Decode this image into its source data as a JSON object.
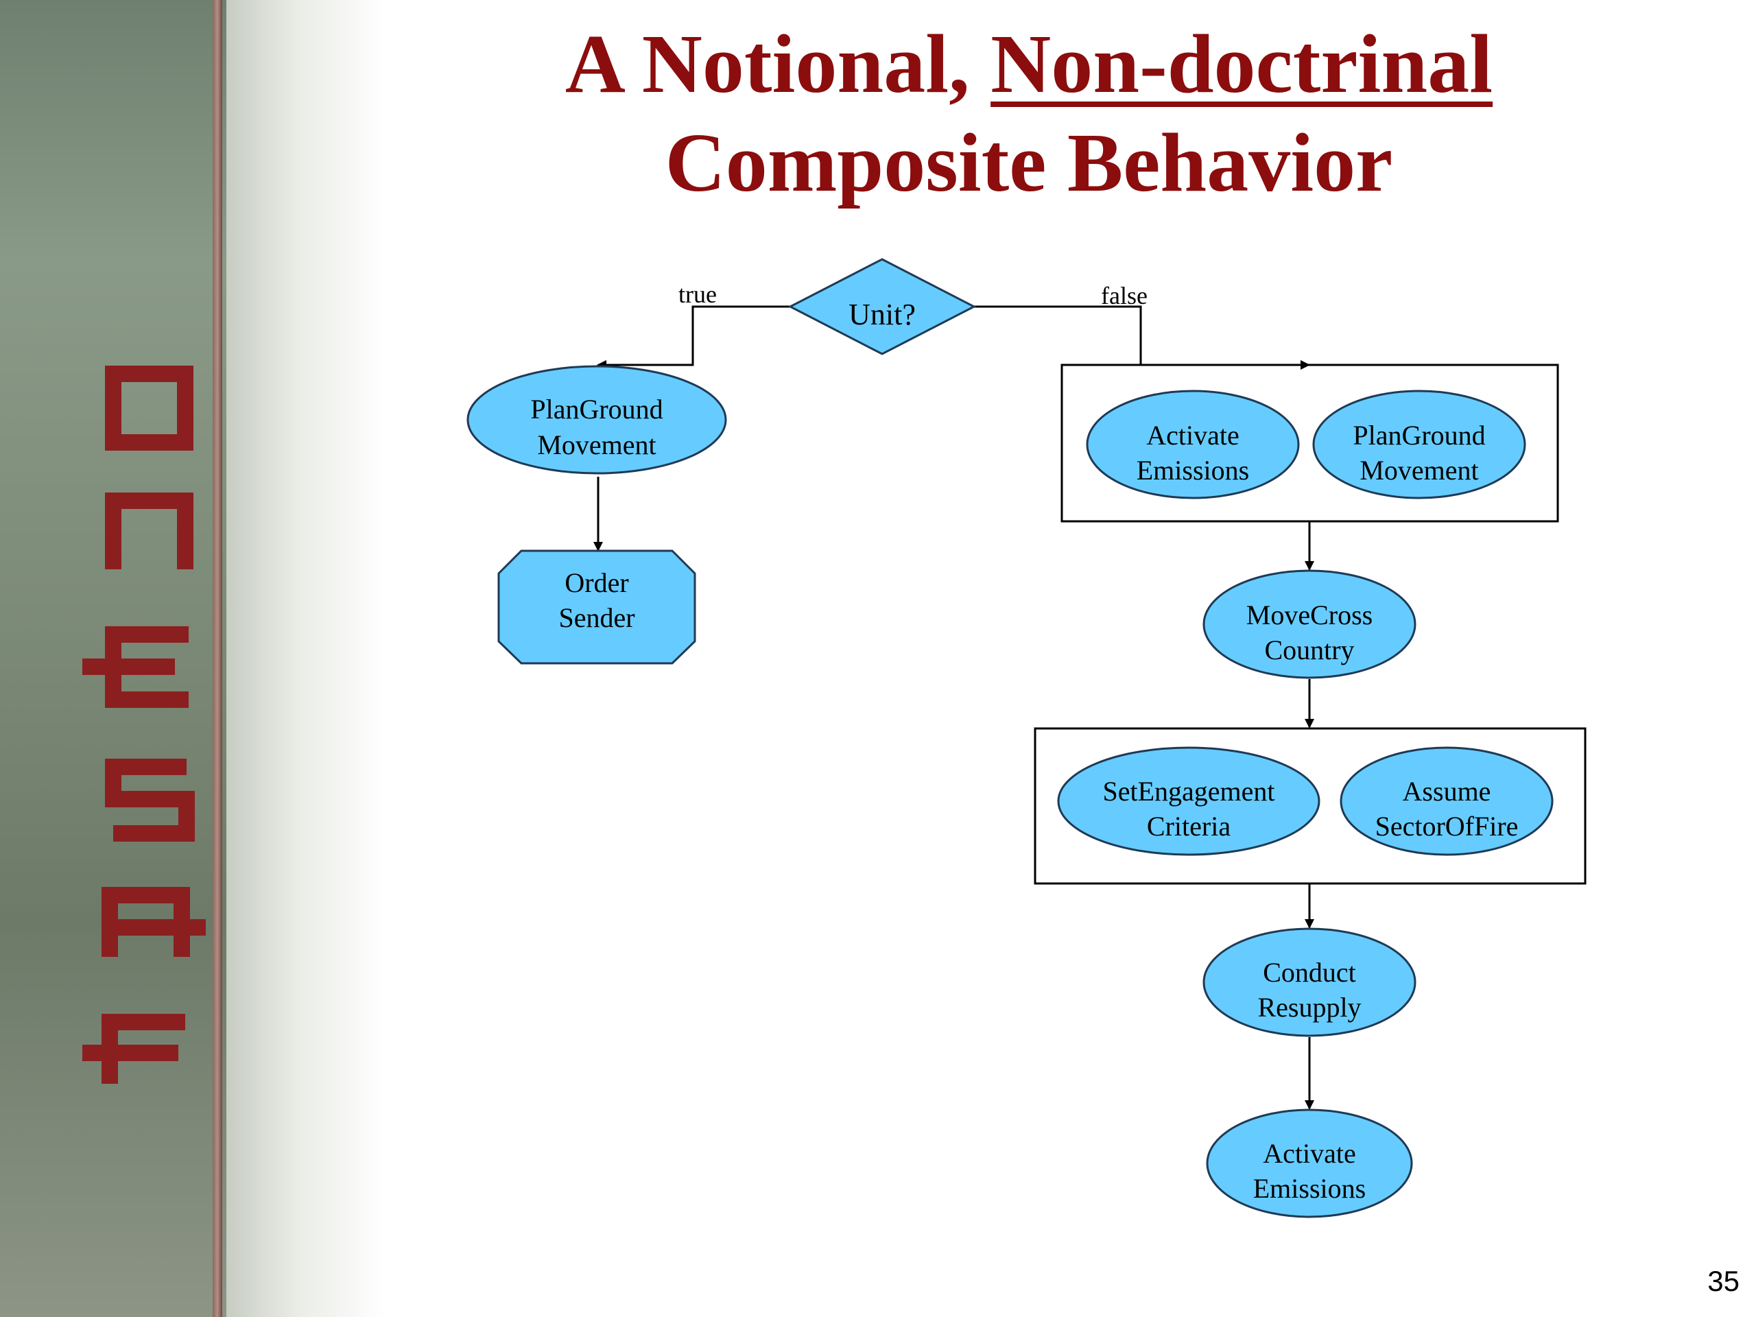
{
  "title": {
    "part1": "A Notional, ",
    "part2": "Non-doctrinal",
    "line2": "Composite Behavior"
  },
  "sidebar": {
    "logo_letters": [
      "O",
      "N",
      "E",
      "S",
      "A",
      "F"
    ]
  },
  "diagram": {
    "decision": "Unit?",
    "edge_true": "true",
    "edge_false": "false",
    "true_branch": {
      "plan_ground_movement": [
        "PlanGround",
        "Movement"
      ],
      "order_sender": [
        "Order",
        "Sender"
      ]
    },
    "false_branch": {
      "activate_emissions_1": [
        "Activate",
        "Emissions"
      ],
      "plan_ground_movement": [
        "PlanGround",
        "Movement"
      ],
      "move_cross_country": [
        "MoveCross",
        "Country"
      ],
      "set_engagement_criteria": [
        "SetEngagement",
        "Criteria"
      ],
      "assume_sector_of_fire": [
        "Assume",
        "SectorOfFire"
      ],
      "conduct_resupply": [
        "Conduct",
        "Resupply"
      ],
      "activate_emissions_2": [
        "Activate",
        "Emissions"
      ]
    }
  },
  "colors": {
    "title": "#8b0d0d",
    "node_fill": "#66ccff",
    "node_stroke": "#1f3a55"
  },
  "page_number": "35"
}
